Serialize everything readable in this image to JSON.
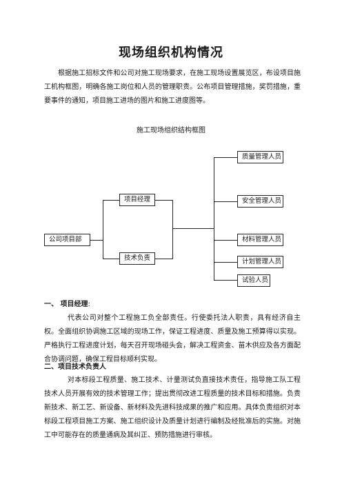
{
  "title": "现场组织机构情况",
  "intro": "根据施工招标文件和公司对施工现场要求，在施工现场设置展览区，布设项目施工机构框图，明确各施工岗位和人员的管理职责。公布项目管理措施，奖罚措施，重要事件的通知，项目施工进场的图片和施工进度图等。",
  "org_chart": {
    "caption": "施工现场组织结构框图",
    "root": "公司项目部",
    "managers": [
      "项目经理",
      "技术负责"
    ],
    "staff": [
      "质量管理人员",
      "安全管理人员",
      "材料管理人员",
      "计划管理人员",
      "试验人员"
    ]
  },
  "sections": [
    {
      "number": "一、",
      "heading": "项目经理",
      "heading_tail": ":",
      "body": "代表公司对整个工程施工负全部责任。行使委托法人职责，具有经济自主权。全面组织协调施工区域的现场工作，保证工程进度、质量及施工预算得以实现。严格执行工程进度计划，每天召开现场碰头会，解决工程资金、苗木供应及各方面配合协调问题，确保工程目标顺利实现。"
    },
    {
      "number": "二、",
      "heading": "项目技术负责人",
      "heading_tail": "",
      "body": "对本标段工程质量、施工技术、计量测试负直接技术责任，指导施工队工程技术人员开展有效的技术管理工作；提出贯彻改进工程质量的技术目标和措施。负责新技术、新工艺、新设备、新材料及先进科技成果的推广和应用。具体负责组织对本标段工程项目施工方案、施工组织设计及质量计划进行编制及经批准后的实施。对施工中可能存在的质量通病及其纠正、预防措施进行审核。"
    }
  ]
}
